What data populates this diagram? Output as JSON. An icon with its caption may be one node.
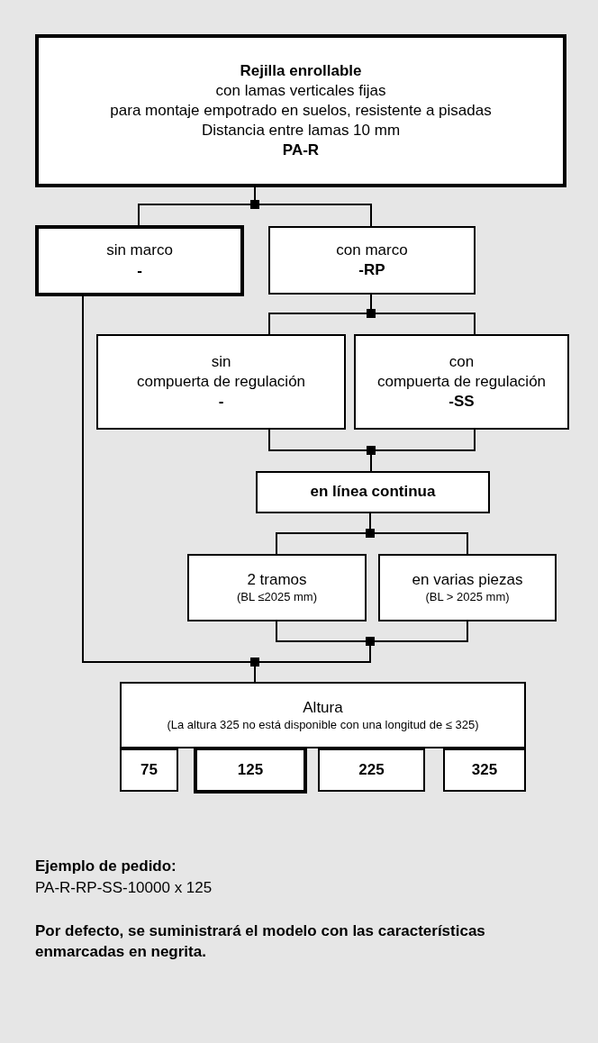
{
  "diagram": {
    "nodes": [
      {
        "text": [
          "Rejilla enrollable",
          "con lamas verticales fijas",
          "para montaje empotrado en suelos, resistente a pisadas",
          "Distancia entre lamas 10 mm",
          "PA-R"
        ]
      },
      {
        "text": [
          "sin marco",
          "-"
        ]
      },
      {
        "text": [
          "con marco",
          "-RP"
        ]
      },
      {
        "text": [
          "sin",
          "compuerta de regulación",
          "-"
        ]
      },
      {
        "text": [
          "con",
          "compuerta de regulación",
          "-SS"
        ]
      },
      {
        "text": [
          "en línea continua"
        ]
      },
      {
        "text": [
          "2 tramos",
          "(BL ≤2025 mm)"
        ]
      },
      {
        "text": [
          "en varias piezas",
          "(BL > 2025 mm)"
        ]
      },
      {
        "text": [
          "Altura",
          "(La altura 325 no está disponible con una longitud de ≤ 325)"
        ]
      },
      {
        "text": [
          "75"
        ]
      },
      {
        "text": [
          "125"
        ]
      },
      {
        "text": [
          "225"
        ]
      },
      {
        "text": [
          "325"
        ]
      }
    ],
    "edges": [
      {
        "from": 0,
        "to": 1,
        "arrow": "none"
      },
      {
        "from": 0,
        "to": 2,
        "arrow": "none"
      },
      {
        "from": 2,
        "to": 3,
        "arrow": "none"
      },
      {
        "from": 2,
        "to": 4,
        "arrow": "none"
      },
      {
        "from": 3,
        "to": 5,
        "arrow": "none"
      },
      {
        "from": 4,
        "to": 5,
        "arrow": "none"
      },
      {
        "from": 5,
        "to": 6,
        "arrow": "none"
      },
      {
        "from": 5,
        "to": 7,
        "arrow": "none"
      },
      {
        "from": 6,
        "to": 8,
        "arrow": "none"
      },
      {
        "from": 7,
        "to": 8,
        "arrow": "none"
      },
      {
        "from": 1,
        "to": 8,
        "arrow": "none"
      }
    ],
    "labels": [
      "Ejemplo de pedido:",
      "PA-R-RP-SS-10000 x 125",
      "Por defecto, se suministrará el modelo con las características enmarcadas en negrita."
    ]
  }
}
